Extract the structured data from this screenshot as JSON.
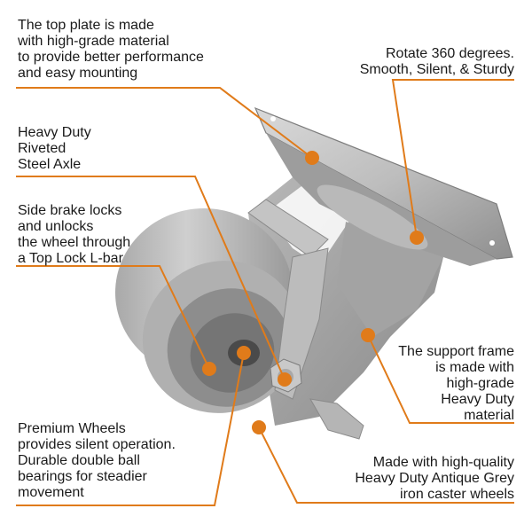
{
  "accent_color": "#e07b1a",
  "product": "Swivel caster wheel with side brake (Antique Grey iron)",
  "callouts": [
    {
      "id": "top-plate",
      "text": "The top plate is made\nwith high-grade material\nto provide better performance\nand easy mounting"
    },
    {
      "id": "rotate",
      "text": "Rotate 360 degrees.\nSmooth, Silent, & Sturdy"
    },
    {
      "id": "axle",
      "text": "Heavy Duty\nRiveted\nSteel Axle"
    },
    {
      "id": "brake",
      "text": "Side brake locks\nand unlocks\nthe wheel through\na Top Lock L-bar"
    },
    {
      "id": "frame",
      "text": "The support frame\nis made with\nhigh-grade\nHeavy Duty\nmaterial"
    },
    {
      "id": "wheels",
      "text": "Premium Wheels\nprovides silent operation.\nDurable double ball\nbearings for steadier\nmovement"
    },
    {
      "id": "iron",
      "text": "Made with high-quality\nHeavy Duty Antique Grey\niron caster wheels"
    }
  ]
}
